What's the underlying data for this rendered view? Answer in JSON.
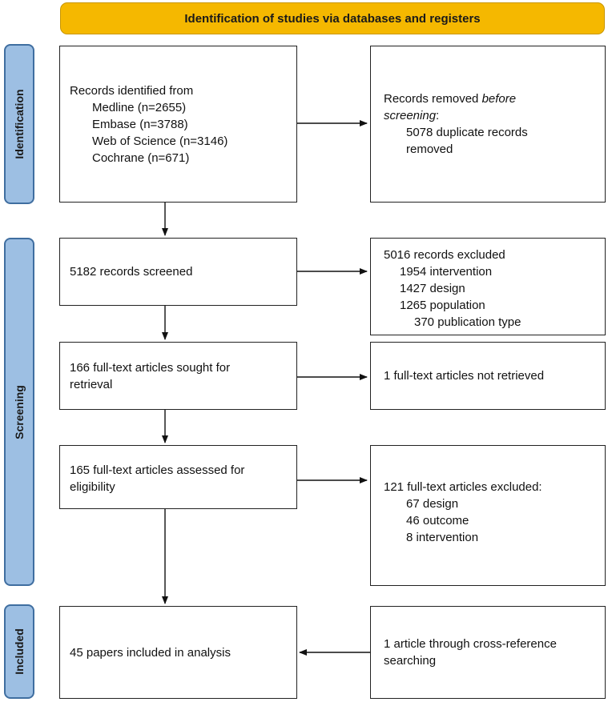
{
  "header": {
    "title": "Identification of studies via databases and registers"
  },
  "phases": {
    "identification": "Identification",
    "screening": "Screening",
    "included": "Included"
  },
  "boxes": {
    "records_identified": {
      "heading": "Records identified from",
      "items": [
        "Medline (n=2655)",
        "Embase (n=3788)",
        "Web of Science (n=3146)",
        "Cochrane (n=671)"
      ]
    },
    "records_removed": {
      "prefix": "Records removed ",
      "emphasis": "before",
      "emphasis_line2": "screening",
      "suffix_line2": ":",
      "items": [
        "5078 duplicate records",
        "removed"
      ]
    },
    "records_screened": {
      "text": "5182 records screened"
    },
    "records_excluded": {
      "heading": "5016 records excluded",
      "items": [
        "1954 intervention",
        "1427 design",
        "1265 population",
        "370 publication type"
      ]
    },
    "sought_retrieval": {
      "lines": [
        "166 full-text articles sought for",
        "retrieval"
      ]
    },
    "not_retrieved": {
      "text": "1 full-text articles not retrieved"
    },
    "assessed_eligibility": {
      "lines": [
        "165 full-text articles assessed for",
        "eligibility"
      ]
    },
    "fulltext_excluded": {
      "heading": "121 full-text articles excluded:",
      "items": [
        "67 design",
        "46 outcome",
        "8 intervention"
      ]
    },
    "included_analysis": {
      "text": "45 papers included in analysis"
    },
    "cross_reference": {
      "lines": [
        "1 article through cross-reference",
        "searching"
      ]
    }
  }
}
